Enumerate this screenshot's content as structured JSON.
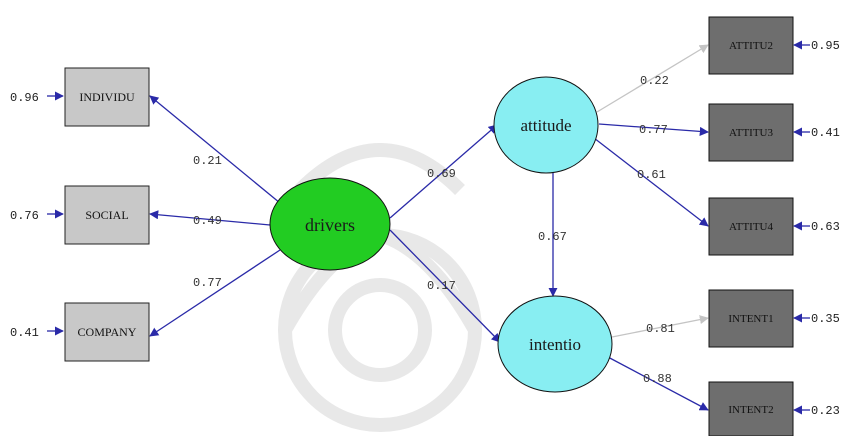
{
  "colors": {
    "driver_fill": "#22cc22",
    "latent_fill": "#88eef2",
    "obs_light_fill": "#c8c8c8",
    "obs_dark_fill": "#6e6e6e",
    "path_blue": "#2a2aa8",
    "path_gray": "#c4c4c4",
    "watermark": "#e8e8e8"
  },
  "latent": {
    "drivers": "drivers",
    "attitude": "attitude",
    "intentio": "intentio"
  },
  "observed": {
    "individu": "INDIVIDU",
    "social": "SOCIAL",
    "company": "COMPANY",
    "attitu2": "ATTITU2",
    "attitu3": "ATTITU3",
    "attitu4": "ATTITU4",
    "intent1": "INTENT1",
    "intent2": "INTENT2"
  },
  "loadings": {
    "drivers_individu": "0.21",
    "drivers_social": "0.49",
    "drivers_company": "0.77",
    "attitude_attitu2": "0.22",
    "attitude_attitu3": "0.77",
    "attitude_attitu4": "0.61",
    "intentio_intent1": "0.81",
    "intentio_intent2": "0.88"
  },
  "paths": {
    "drivers_attitude": "0.69",
    "drivers_intentio": "0.17",
    "attitude_intentio": "0.67"
  },
  "errors": {
    "individu": "0.96",
    "social": "0.76",
    "company": "0.41",
    "attitu2": "0.95",
    "attitu3": "0.41",
    "attitu4": "0.63",
    "intent1": "0.35",
    "intent2": "0.23"
  }
}
